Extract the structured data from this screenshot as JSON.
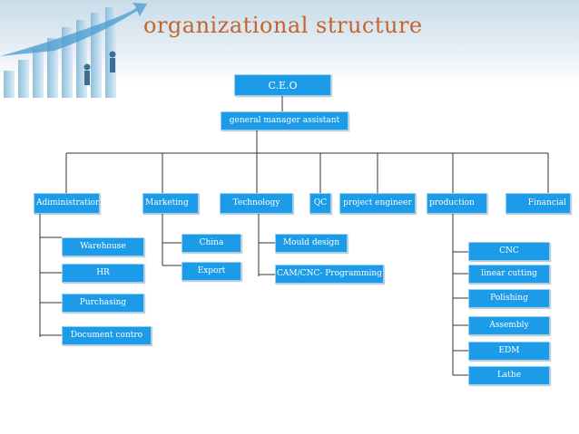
{
  "slide": {
    "title": "organizational  structure"
  },
  "org": {
    "ceo": "C.E.O",
    "gm_assistant": "general manager assistant",
    "departments": {
      "administration": "Adiministration",
      "marketing": "Marketing",
      "technology": "Technology",
      "qc": "QC",
      "project_engineer": "project engineer",
      "production": "production",
      "financial": "Financial"
    },
    "administration_units": [
      "Warehouse",
      "HR",
      "Purchasing",
      "Document contro"
    ],
    "marketing_units": [
      "China",
      "Export"
    ],
    "technology_units": [
      "Mould design",
      "CAM/CNC- Programming"
    ],
    "production_units": [
      "CNC",
      "linear cutting",
      "Polishing",
      "Assembly",
      "EDM",
      "Lathe"
    ]
  },
  "colors": {
    "title": "#c5632c",
    "box_fill": "#1b9be8",
    "box_border": "#9ad0f2",
    "box_text": "#ffffff",
    "connector": "#333333"
  }
}
